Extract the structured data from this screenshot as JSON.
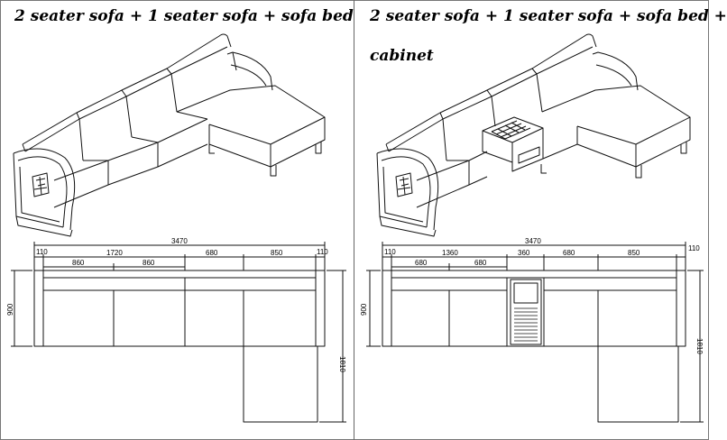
{
  "left": {
    "title": "2 seater sofa + 1 seater sofa + sofa bed",
    "dims": {
      "total": "3470",
      "arm_left": "110",
      "arm_right": "110",
      "span_a": "1720",
      "span_b": "680",
      "span_c": "850",
      "seat1": "860",
      "seat2": "860",
      "depth": "900",
      "bed_length": "1810"
    }
  },
  "right": {
    "title_line1": "2 seater sofa + 1 seater sofa + sofa bed +",
    "title_line2": "cabinet",
    "dims": {
      "total": "3470",
      "arm_left": "110",
      "arm_right": "110",
      "span_a": "1360",
      "span_cab": "360",
      "span_b": "680",
      "span_c": "850",
      "seat1": "680",
      "seat2": "680",
      "depth": "900",
      "bed_length": "1810"
    }
  }
}
